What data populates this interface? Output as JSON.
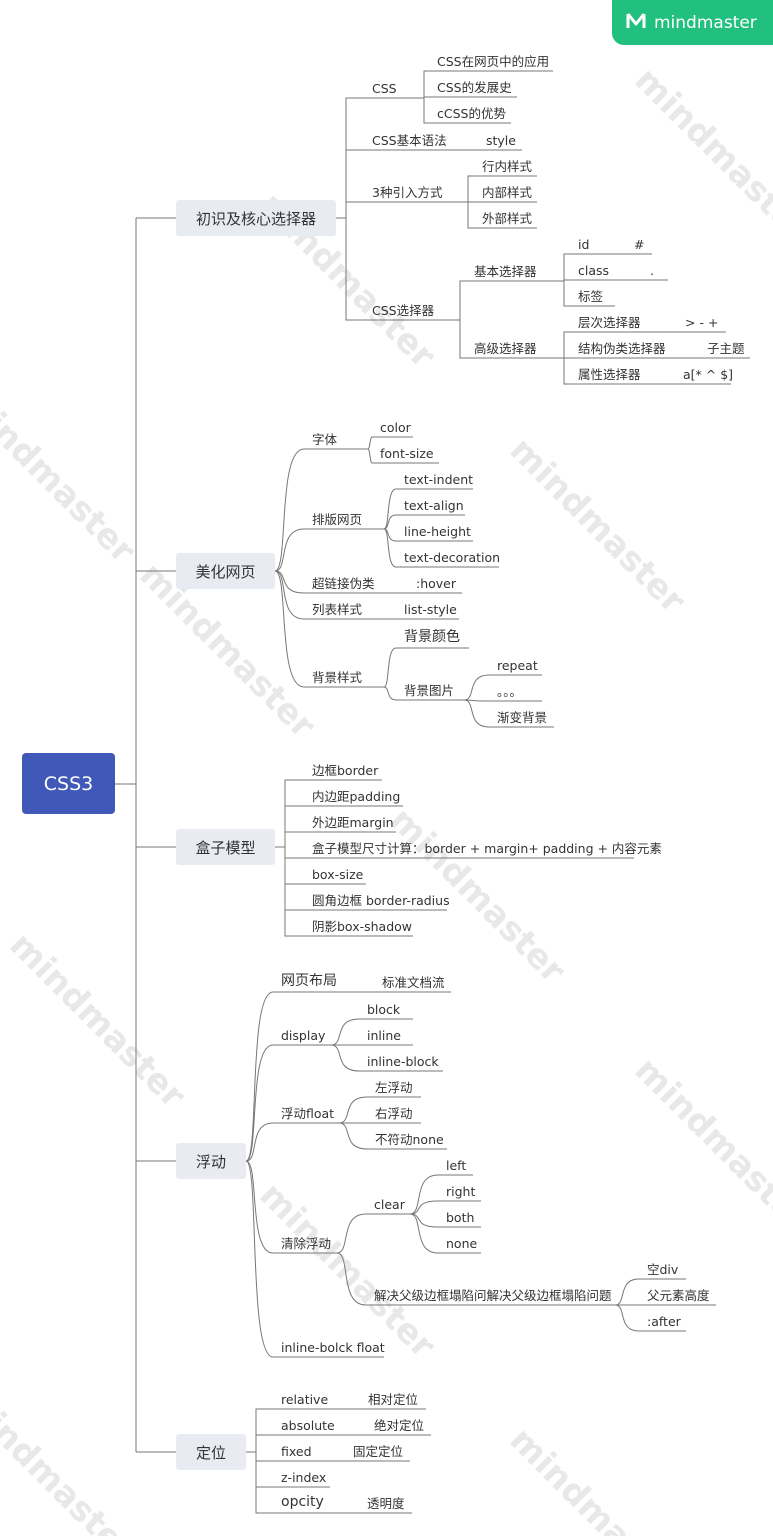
{
  "brand": {
    "name": "mindmaster",
    "watermark": "mindmaster",
    "color": "#21c07f"
  },
  "root": "CSS3",
  "colors": {
    "root": "#4059b8",
    "branch_box": "#e9ebf3",
    "line": "#777777"
  },
  "branches": [
    {
      "label": "初识及核心选择器",
      "children": [
        {
          "label": "CSS",
          "children": [
            {
              "label": "CSS在网页中的应用"
            },
            {
              "label": "CSS的发展史"
            },
            {
              "label": "cCSS的优势"
            }
          ]
        },
        {
          "label": "CSS基本语法",
          "children": [
            {
              "label": "style"
            }
          ]
        },
        {
          "label": "3种引入方式",
          "children": [
            {
              "label": "行内样式"
            },
            {
              "label": "内部样式"
            },
            {
              "label": "外部样式"
            }
          ]
        },
        {
          "label": "CSS选择器",
          "children": [
            {
              "label": "基本选择器",
              "children": [
                {
                  "label": "id",
                  "children": [
                    {
                      "label": "#"
                    }
                  ]
                },
                {
                  "label": "class",
                  "children": [
                    {
                      "label": "."
                    }
                  ]
                },
                {
                  "label": "标签"
                }
              ]
            },
            {
              "label": "高级选择器",
              "children": [
                {
                  "label": "层次选择器",
                  "children": [
                    {
                      "label": "> - +"
                    }
                  ]
                },
                {
                  "label": "结构伪类选择器",
                  "children": [
                    {
                      "label": "子主题"
                    }
                  ]
                },
                {
                  "label": "属性选择器",
                  "children": [
                    {
                      "label": "a[* ^ $]"
                    }
                  ]
                }
              ]
            }
          ]
        }
      ]
    },
    {
      "label": "美化网页",
      "children": [
        {
          "label": "字体",
          "children": [
            {
              "label": "color"
            },
            {
              "label": "font-size"
            }
          ]
        },
        {
          "label": "排版网页",
          "children": [
            {
              "label": "text-indent"
            },
            {
              "label": "text-align"
            },
            {
              "label": "line-height"
            },
            {
              "label": "text-decoration"
            }
          ]
        },
        {
          "label": "超链接伪类",
          "children": [
            {
              "label": ":hover"
            }
          ]
        },
        {
          "label": "列表样式",
          "children": [
            {
              "label": "list-style"
            }
          ]
        },
        {
          "label": "背景样式",
          "children": [
            {
              "label": "背景颜色"
            },
            {
              "label": "背景图片",
              "children": [
                {
                  "label": "repeat"
                },
                {
                  "label": "。。。"
                },
                {
                  "label": "渐变背景"
                }
              ]
            }
          ]
        }
      ]
    },
    {
      "label": "盒子模型",
      "children": [
        {
          "label": "边框border"
        },
        {
          "label": "内边距padding"
        },
        {
          "label": "外边距margin"
        },
        {
          "label": "盒子模型尺寸计算：border + margin+ padding + 内容元素"
        },
        {
          "label": "box-size"
        },
        {
          "label": "圆角边框 border-radius"
        },
        {
          "label": "阴影box-shadow"
        }
      ]
    },
    {
      "label": "浮动",
      "children": [
        {
          "label": "网页布局",
          "children": [
            {
              "label": "标准文档流"
            }
          ]
        },
        {
          "label": "display",
          "children": [
            {
              "label": "block"
            },
            {
              "label": "inline"
            },
            {
              "label": "inline-block"
            }
          ]
        },
        {
          "label": "浮动float",
          "children": [
            {
              "label": "左浮动"
            },
            {
              "label": "右浮动"
            },
            {
              "label": "不符动none"
            }
          ]
        },
        {
          "label": "清除浮动",
          "children": [
            {
              "label": "clear",
              "children": [
                {
                  "label": "left"
                },
                {
                  "label": "right"
                },
                {
                  "label": "both"
                },
                {
                  "label": "none"
                }
              ]
            },
            {
              "label": "解决父级边框塌陷问解决父级边框塌陷问题",
              "children": [
                {
                  "label": "空div"
                },
                {
                  "label": "父元素高度"
                },
                {
                  "label": ":after"
                }
              ]
            }
          ]
        },
        {
          "label": "inline-bolck float"
        }
      ]
    },
    {
      "label": "定位",
      "children": [
        {
          "label": "relative",
          "children": [
            {
              "label": "相对定位"
            }
          ]
        },
        {
          "label": "absolute",
          "children": [
            {
              "label": "绝对定位"
            }
          ]
        },
        {
          "label": "fixed",
          "children": [
            {
              "label": "固定定位"
            }
          ]
        },
        {
          "label": "z-index"
        },
        {
          "label": "opcity",
          "children": [
            {
              "label": "透明度"
            }
          ]
        }
      ]
    }
  ]
}
